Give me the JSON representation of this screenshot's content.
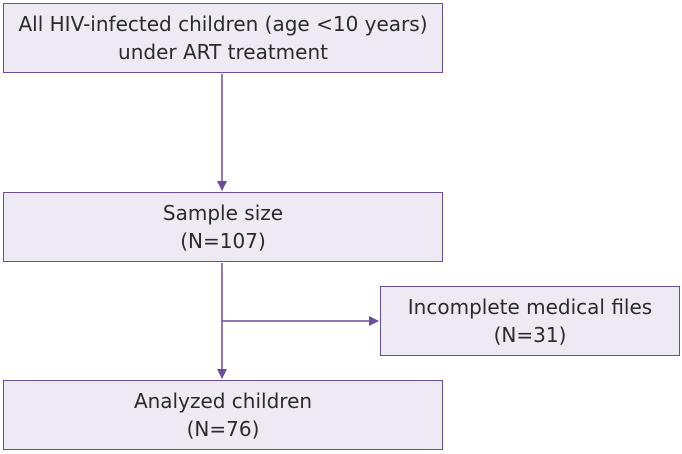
{
  "flowchart": {
    "population": {
      "line1": "All HIV-infected children (age <10 years)",
      "line2": "under ART treatment"
    },
    "sample": {
      "line1": "Sample size",
      "line2": "(N=107)"
    },
    "excluded": {
      "line1": "Incomplete medical files",
      "line2": "(N=31)"
    },
    "analyzed": {
      "line1": "Analyzed children",
      "line2": "(N=76)"
    }
  },
  "colors": {
    "box_fill": "#eeeaf3",
    "box_border": "#6b4e9b",
    "arrow": "#6b4e9b"
  }
}
